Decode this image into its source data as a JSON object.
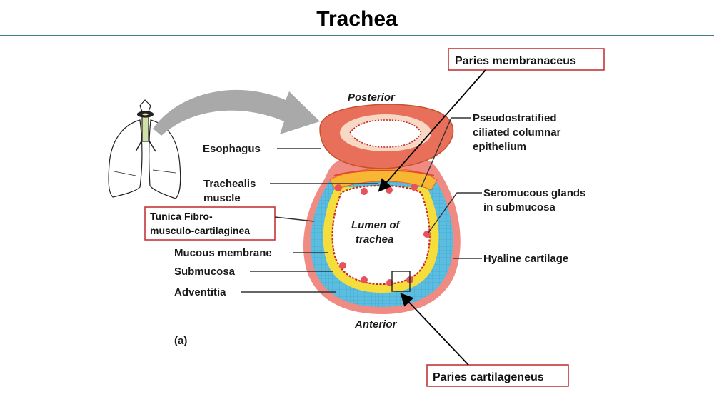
{
  "title": "Trachea",
  "labels": {
    "posterior": "Posterior",
    "anterior": "Anterior",
    "esophagus": "Esophagus",
    "trachealis_1": "Trachealis",
    "trachealis_2": "muscle",
    "pseudo_1": "Pseudostratified",
    "pseudo_2": "ciliated columnar",
    "pseudo_3": "epithelium",
    "sero_1": "Seromucous glands",
    "sero_2": "in submucosa",
    "lumen_1": "Lumen of",
    "lumen_2": "trachea",
    "mucous": "Mucous membrane",
    "submucosa": "Submucosa",
    "adventitia": "Adventitia",
    "hyaline": "Hyaline cartilage",
    "fig": "(a)"
  },
  "boxes": {
    "paries_membranaceus": "Paries membranaceus",
    "paries_cartilageneus": "Paries cartilageneus",
    "tunica_1": "Tunica Fibro-",
    "tunica_2": "musculo-cartilaginea"
  },
  "colors": {
    "box_border": "#c0282d",
    "cartilage": "#5bbde0",
    "submucosa": "#f5de3c",
    "adventitia": "#f08b84",
    "epithelium": "#c62828",
    "esophagus_outer": "#e8705a",
    "esophagus_inner": "#f7d8c4",
    "rule": "#3f7f86"
  },
  "icons": [
    "lungs-trachea-icon",
    "curved-arrow-icon"
  ]
}
